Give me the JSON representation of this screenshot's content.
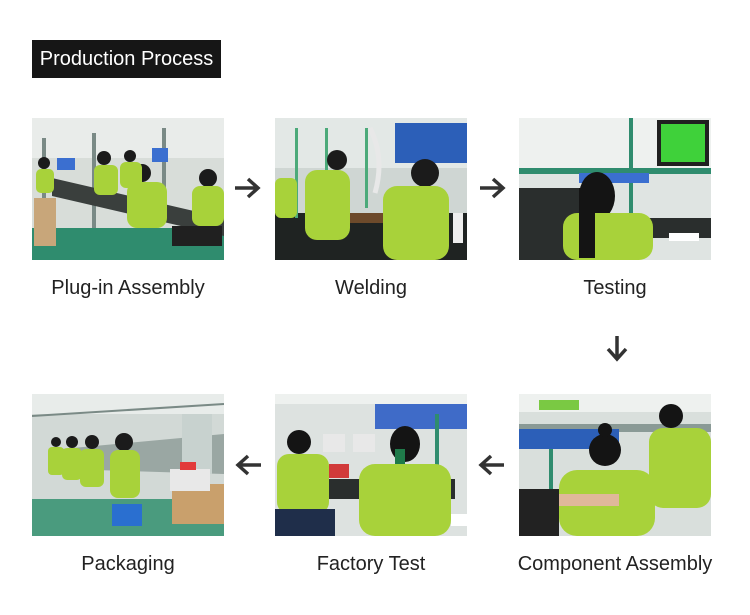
{
  "header": {
    "title": "Production Process"
  },
  "steps": [
    {
      "label": "Plug-in Assembly"
    },
    {
      "label": "Welding"
    },
    {
      "label": "Testing"
    },
    {
      "label": "Component Assembly"
    },
    {
      "label": "Factory Test"
    },
    {
      "label": "Packaging"
    }
  ],
  "arrows": [
    "right",
    "right",
    "down",
    "left",
    "left"
  ],
  "colors": {
    "badge_bg": "#161616",
    "badge_text": "#ffffff",
    "uniform_green": "#a8d23a",
    "factory_floor": "#2f8c6e",
    "arrow": "#333333"
  }
}
